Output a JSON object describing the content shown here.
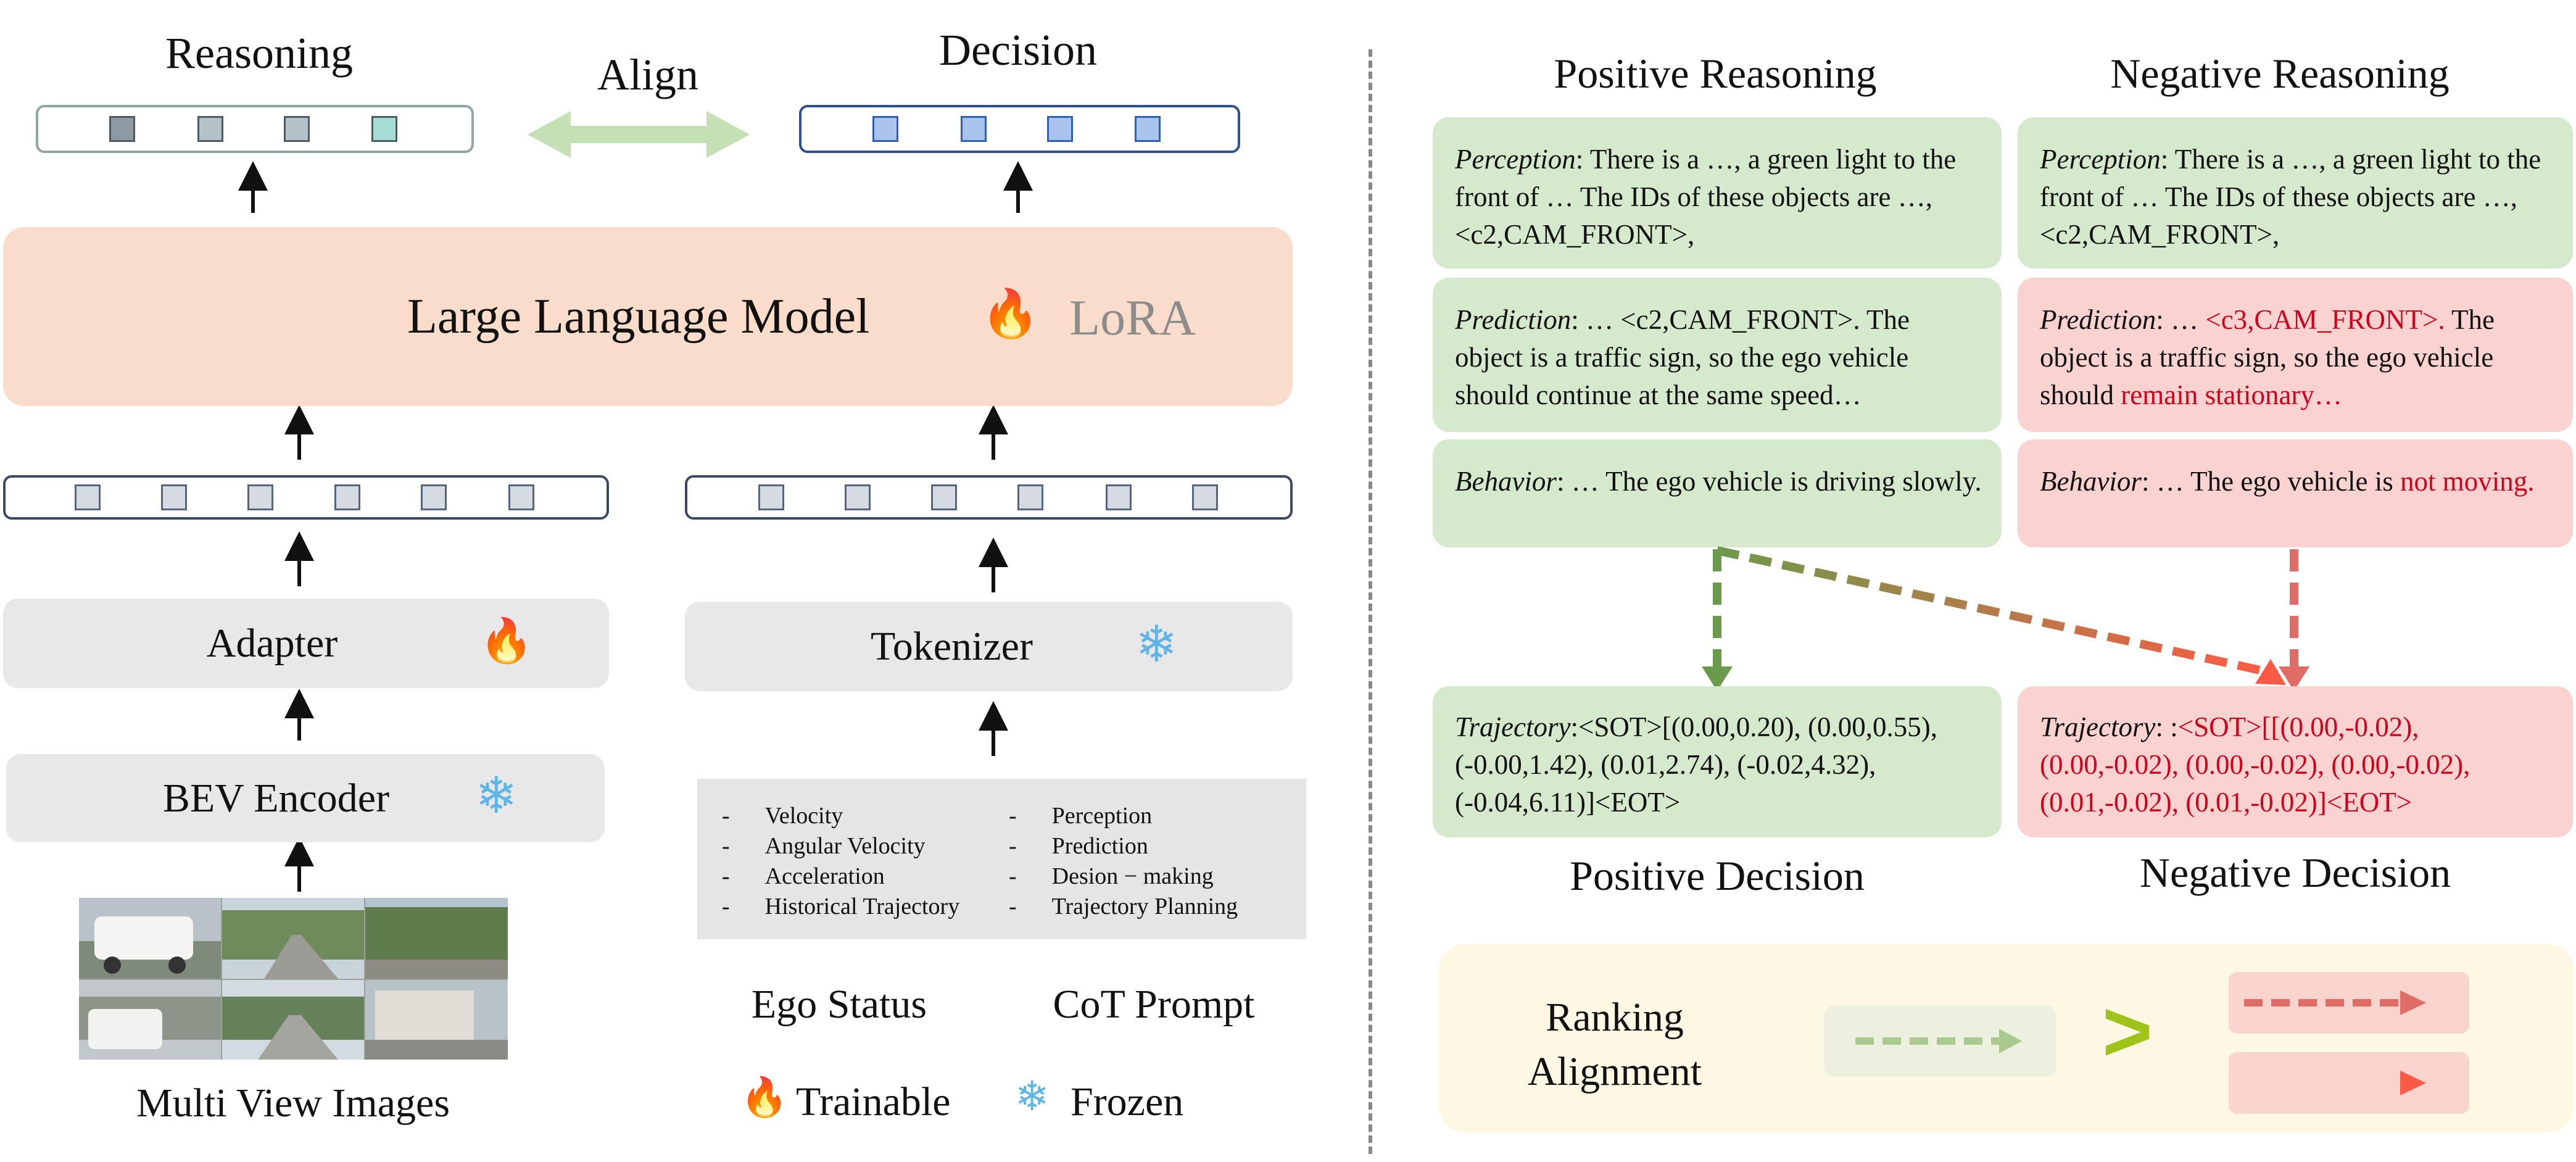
{
  "left": {
    "reasoning_title": "Reasoning",
    "align_label": "Align",
    "decision_title": "Decision",
    "llm_label": "Large Language Model",
    "lora_label": "LoRA",
    "adapter_label": "Adapter",
    "bev_encoder_label": "BEV Encoder",
    "tokenizer_label": "Tokenizer",
    "multi_view_label": "Multi View Images",
    "ego_status_items": [
      "-",
      "Velocity",
      "-",
      "Angular Velocity",
      "-",
      "Acceleration",
      "-",
      "Historical Trajectory"
    ],
    "cot_prompt_items": [
      "-",
      "Perception",
      "-",
      "Prediction",
      "-",
      "Desion − making",
      "-",
      "Trajectory Planning"
    ],
    "ego_status_label": "Ego Status",
    "cot_prompt_label": "CoT Prompt",
    "legend_trainable": "Trainable",
    "legend_frozen": "Frozen"
  },
  "right": {
    "positive_reasoning_title": "Positive Reasoning",
    "negative_reasoning_title": "Negative Reasoning",
    "pos_perception_label": "Perception",
    "pos_perception_text": ": There is a …, a green light to the front of … The IDs of these objects are …,<c2,CAM_FRONT>,",
    "neg_perception_label": "Perception",
    "neg_perception_text": ": There is a …, a green light to the front of … The IDs of these objects are …,<c2,CAM_FRONT>,",
    "pos_prediction_label": "Prediction",
    "pos_prediction_text": ": … <c2,CAM_FRONT>. The object is a traffic sign, so the ego vehicle should continue at the same speed…",
    "neg_prediction_label": "Prediction",
    "neg_prediction_a": ": … ",
    "neg_prediction_red1": "<c3,CAM_FRONT>.",
    "neg_prediction_b": " The object is a traffic sign, so the ego vehicle should ",
    "neg_prediction_red2": "remain stationary…",
    "pos_behavior_label": "Behavior",
    "pos_behavior_text": ": … The ego vehicle is driving slowly.",
    "neg_behavior_label": "Behavior",
    "neg_behavior_a": ":  … The ego vehicle is ",
    "neg_behavior_red": "not moving.",
    "pos_traj_label": "Trajectory",
    "pos_traj_text": ":<SOT>[(0.00,0.20), (0.00,0.55), (-0.00,1.42), (0.01,2.74), (-0.02,4.32), (-0.04,6.11)]<EOT>",
    "neg_traj_label": "Trajectory",
    "neg_traj_a": ": :",
    "neg_traj_red": "<SOT>[[(0.00,-0.02), (0.00,-0.02), (0.00,-0.02), (0.00,-0.02), (0.01,-0.02), (0.01,-0.02)]<EOT>",
    "positive_decision_title": "Positive Decision",
    "negative_decision_title": "Negative Decision",
    "ranking_label": "Ranking Alignment",
    "greater_than": ">"
  },
  "colors": {
    "green_arrow": "#6c9a4b",
    "red_arrow": "#e6625a",
    "positive_card": "#d5e9cc",
    "negative_card": "#fad3d1",
    "llm_box": "#fadccb",
    "ranking_bg": "#fcf8e3"
  }
}
